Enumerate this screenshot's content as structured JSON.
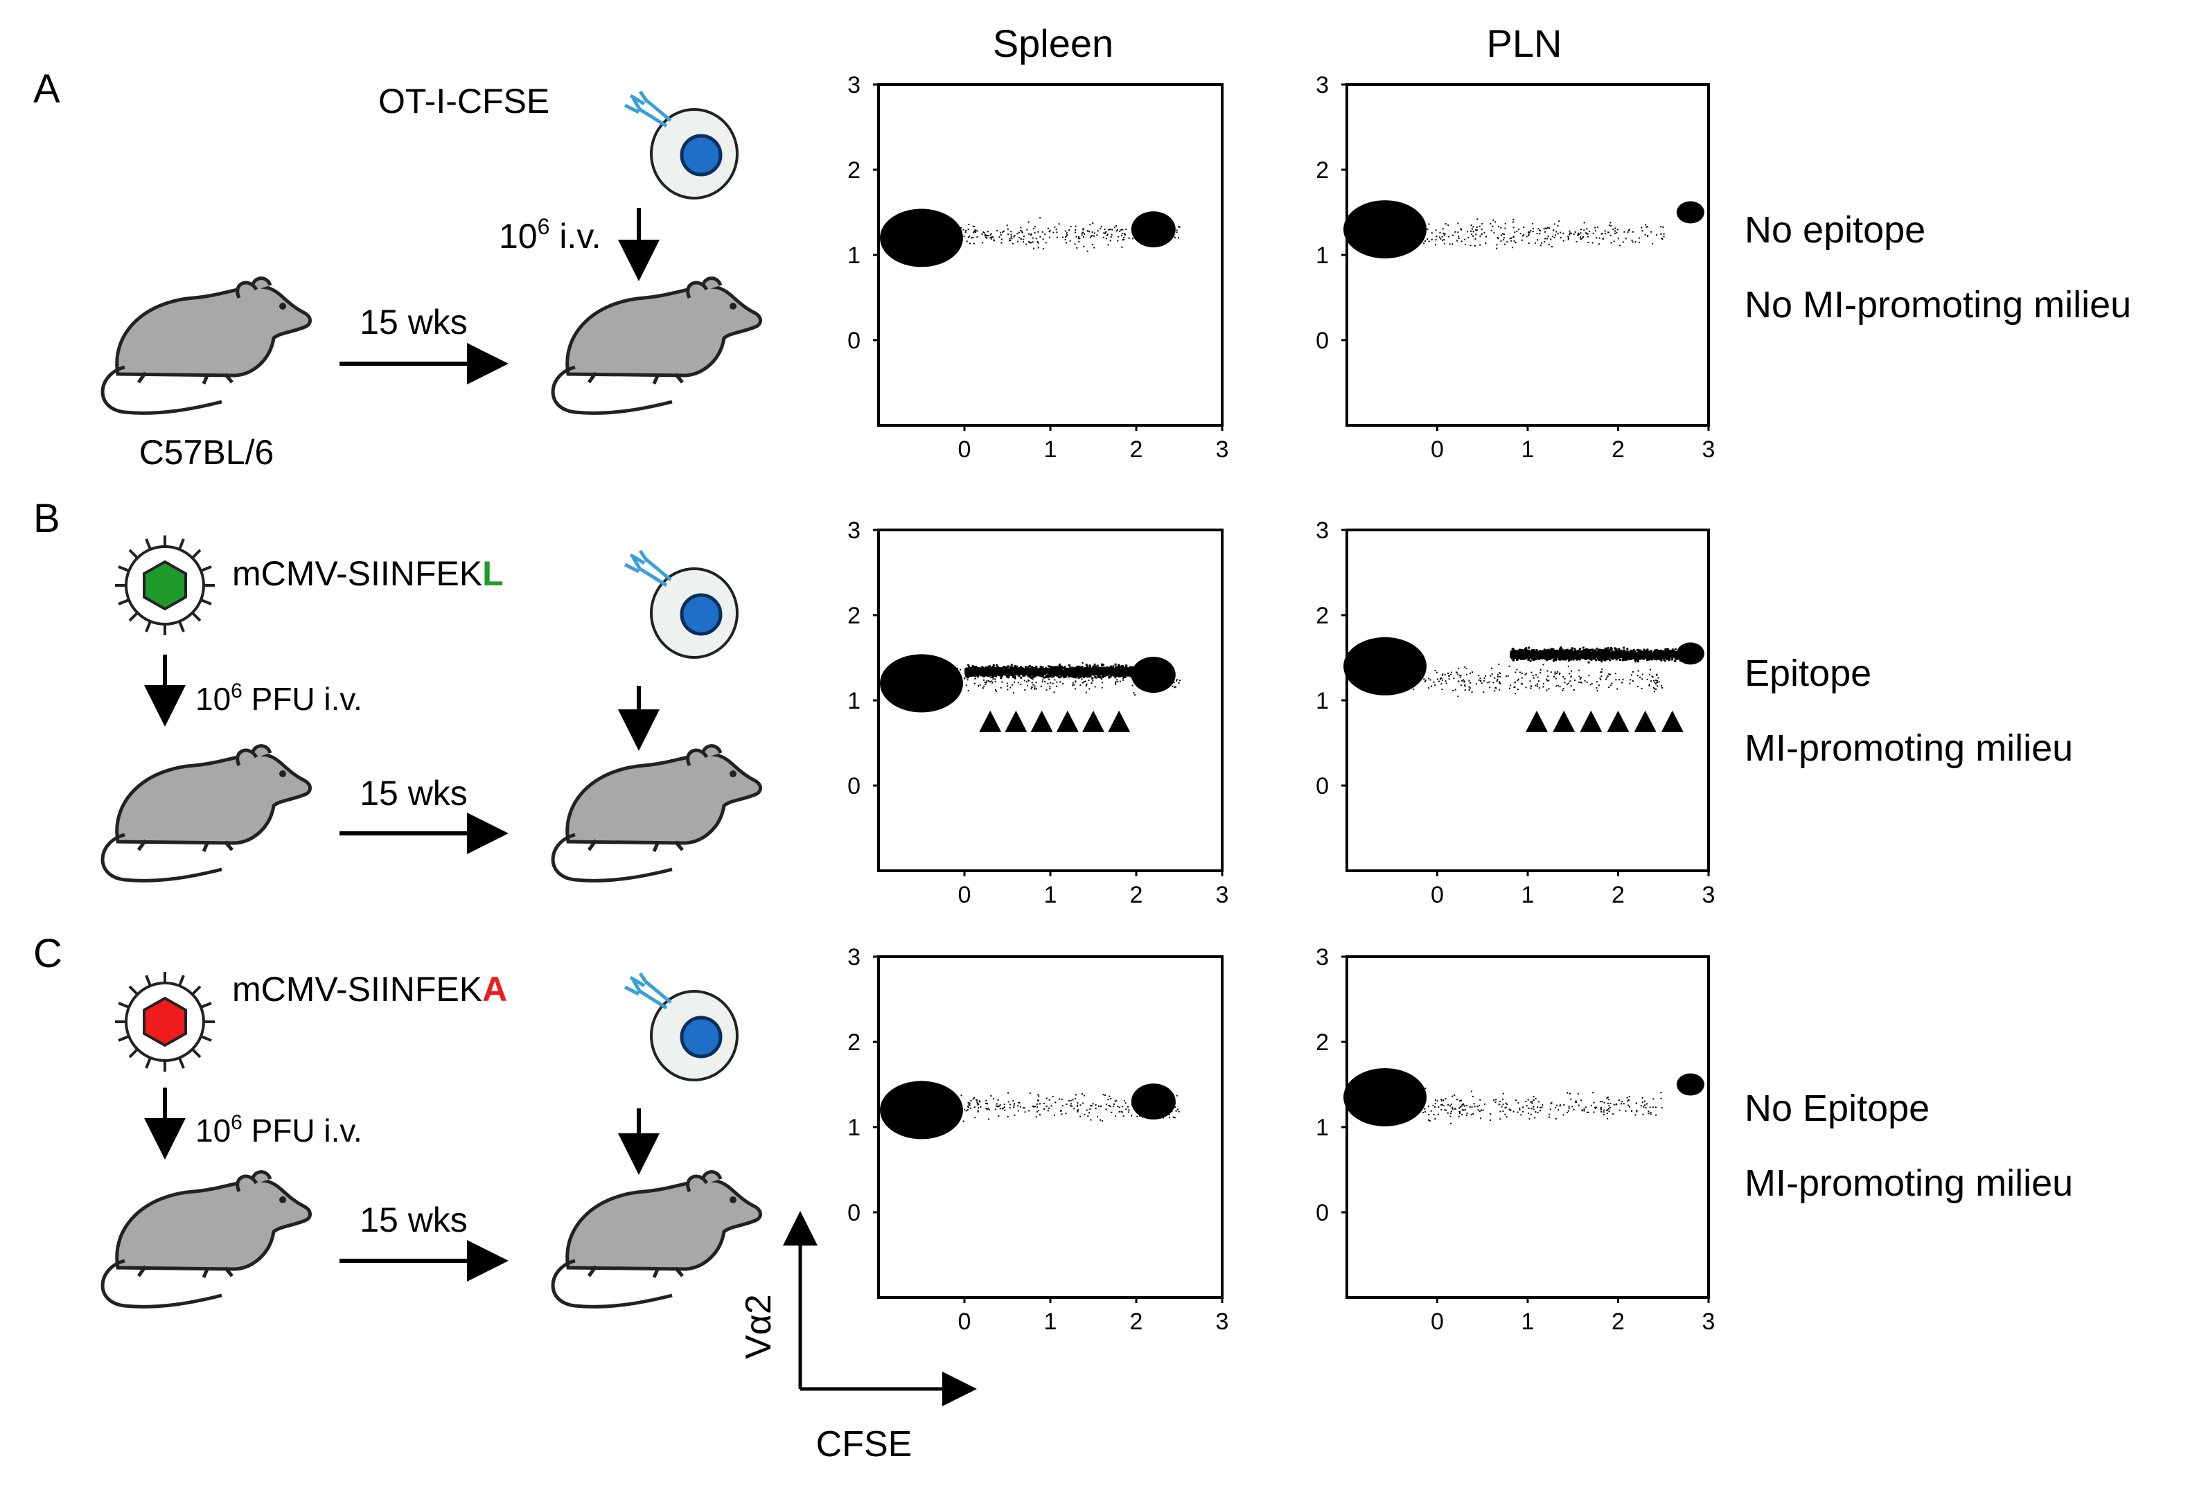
{
  "columns": {
    "spleen": "Spleen",
    "pln": "PLN"
  },
  "rows": [
    {
      "letter": "A",
      "construct": "OT-I-CFSE",
      "construct_suffix": "",
      "construct_suffix_color": "",
      "virus_color": "",
      "dose_base": "10",
      "dose_exp": "6",
      "dose_rest": " i.v.",
      "duration": "15 wks",
      "strain": "C57BL/6",
      "condition_1": "No epitope",
      "condition_2": "No MI-promoting milieu"
    },
    {
      "letter": "B",
      "construct": "mCMV-SIINFEK",
      "construct_suffix": "L",
      "construct_suffix_color": "#1f9a2a",
      "virus_color": "#1f9a2a",
      "dose_base": "10",
      "dose_exp": "6",
      "dose_rest": " PFU i.v.",
      "duration": "15 wks",
      "strain": "",
      "condition_1": "Epitope",
      "condition_2": "MI-promoting milieu"
    },
    {
      "letter": "C",
      "construct": "mCMV-SIINFEK",
      "construct_suffix": "A",
      "construct_suffix_color": "#ee1c1c",
      "virus_color": "#ee1c1c",
      "dose_base": "10",
      "dose_exp": "6",
      "dose_rest": " PFU i.v.",
      "duration": "15 wks",
      "strain": "",
      "condition_1": "No Epitope",
      "condition_2": "MI-promoting milieu"
    }
  ],
  "axis_labels": {
    "x": "CFSE",
    "y": "Vα2"
  },
  "colors": {
    "tcell_nucleus": "#1f6fc8",
    "tcr": "#3aa0d8",
    "mouse_body": "#a8a8a8",
    "dots": "#000000"
  },
  "chart_data": [
    {
      "type": "scatter",
      "row": "A",
      "tissue": "Spleen",
      "xticks": [
        "0",
        "1",
        "2",
        "3"
      ],
      "yticks": [
        "0",
        "1",
        "2",
        "3"
      ],
      "xlim": [
        -1,
        3
      ],
      "ylim": [
        -1,
        3
      ],
      "clusters": [
        {
          "x": -0.5,
          "y": 1.2,
          "n": "dense"
        },
        {
          "x": 2.2,
          "y": 1.3,
          "n": "medium"
        }
      ],
      "proliferation_peaks": []
    },
    {
      "type": "scatter",
      "row": "A",
      "tissue": "PLN",
      "xticks": [
        "0",
        "1",
        "2",
        "3"
      ],
      "yticks": [
        "0",
        "1",
        "2",
        "3"
      ],
      "xlim": [
        -1,
        3
      ],
      "ylim": [
        -1,
        3
      ],
      "clusters": [
        {
          "x": -0.6,
          "y": 1.3,
          "n": "dense"
        },
        {
          "x": 2.8,
          "y": 1.5,
          "n": "small"
        }
      ],
      "proliferation_peaks": []
    },
    {
      "type": "scatter",
      "row": "B",
      "tissue": "Spleen",
      "xticks": [
        "0",
        "1",
        "2",
        "3"
      ],
      "yticks": [
        "0",
        "1",
        "2",
        "3"
      ],
      "xlim": [
        -1,
        3
      ],
      "ylim": [
        -1,
        3
      ],
      "clusters": [
        {
          "x": -0.5,
          "y": 1.2,
          "n": "dense"
        },
        {
          "x": 2.2,
          "y": 1.3,
          "n": "medium"
        }
      ],
      "proliferation_band": [
        0.0,
        2.2
      ],
      "proliferation_peaks": [
        0.3,
        0.6,
        0.9,
        1.2,
        1.5,
        1.8
      ]
    },
    {
      "type": "scatter",
      "row": "B",
      "tissue": "PLN",
      "xticks": [
        "0",
        "1",
        "2",
        "3"
      ],
      "yticks": [
        "0",
        "1",
        "2",
        "3"
      ],
      "xlim": [
        -1,
        3
      ],
      "ylim": [
        -1,
        3
      ],
      "clusters": [
        {
          "x": -0.6,
          "y": 1.4,
          "n": "dense"
        },
        {
          "x": 2.8,
          "y": 1.55,
          "n": "small"
        }
      ],
      "proliferation_band": [
        0.8,
        2.9
      ],
      "proliferation_peaks": [
        1.1,
        1.4,
        1.7,
        2.0,
        2.3,
        2.6
      ]
    },
    {
      "type": "scatter",
      "row": "C",
      "tissue": "Spleen",
      "xticks": [
        "0",
        "1",
        "2",
        "3"
      ],
      "yticks": [
        "0",
        "1",
        "2",
        "3"
      ],
      "xlim": [
        -1,
        3
      ],
      "ylim": [
        -1,
        3
      ],
      "clusters": [
        {
          "x": -0.5,
          "y": 1.2,
          "n": "dense"
        },
        {
          "x": 2.2,
          "y": 1.3,
          "n": "medium"
        }
      ],
      "proliferation_peaks": []
    },
    {
      "type": "scatter",
      "row": "C",
      "tissue": "PLN",
      "xticks": [
        "0",
        "1",
        "2",
        "3"
      ],
      "yticks": [
        "0",
        "1",
        "2",
        "3"
      ],
      "xlim": [
        -1,
        3
      ],
      "ylim": [
        -1,
        3
      ],
      "clusters": [
        {
          "x": -0.6,
          "y": 1.35,
          "n": "dense"
        },
        {
          "x": 2.8,
          "y": 1.5,
          "n": "small"
        }
      ],
      "proliferation_peaks": []
    }
  ]
}
